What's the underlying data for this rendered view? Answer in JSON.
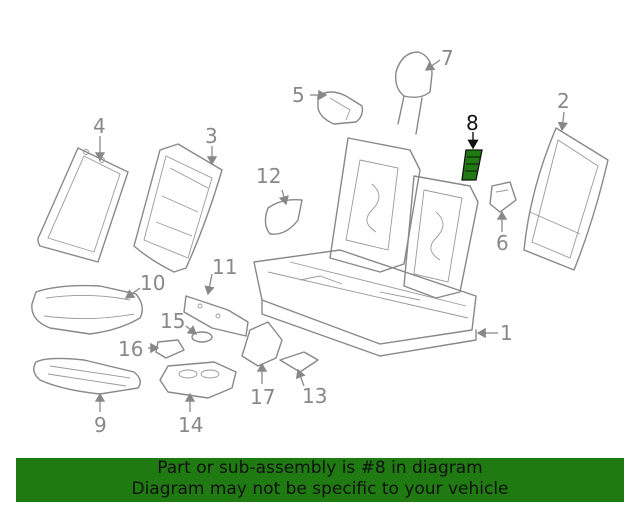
{
  "callouts": {
    "c1": "1",
    "c2": "2",
    "c3": "3",
    "c4": "4",
    "c5": "5",
    "c6": "6",
    "c7": "7",
    "c8": "8",
    "c9": "9",
    "c10": "10",
    "c11": "11",
    "c12": "12",
    "c13": "13",
    "c14": "14",
    "c15": "15",
    "c16": "16",
    "c17": "17"
  },
  "highlight": {
    "part": "8",
    "color": "#1f7a12"
  },
  "banner": {
    "line1": "Part or sub-assembly is #8 in diagram",
    "line2": "Diagram may not be specific to your vehicle",
    "background": "#1f7a12"
  }
}
